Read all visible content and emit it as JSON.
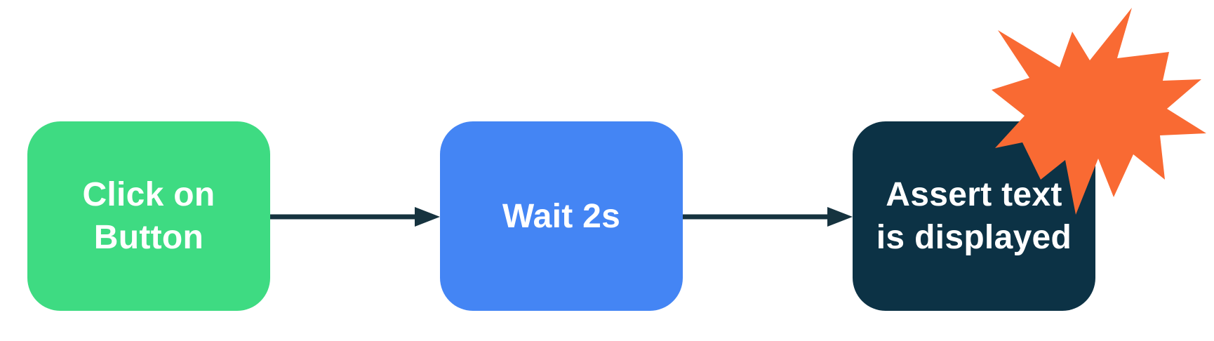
{
  "diagram": {
    "steps": [
      {
        "label": "Click on\nButton"
      },
      {
        "label": "Wait 2s"
      },
      {
        "label": "Assert text\nis displayed"
      }
    ],
    "connectors": [
      {
        "from": "Click on Button",
        "to": "Wait 2s"
      },
      {
        "from": "Wait 2s",
        "to": "Assert text is displayed"
      }
    ],
    "decorations": [
      {
        "name": "starburst",
        "position": "top-right of third step"
      }
    ]
  },
  "colors": {
    "step-green": "#3EDB82",
    "step-blue": "#4485F4",
    "step-navy": "#0C3245",
    "arrow": "#16333F",
    "orange": "#F96A33",
    "text": "#FFFFFF",
    "background": "#FFFFFF"
  }
}
